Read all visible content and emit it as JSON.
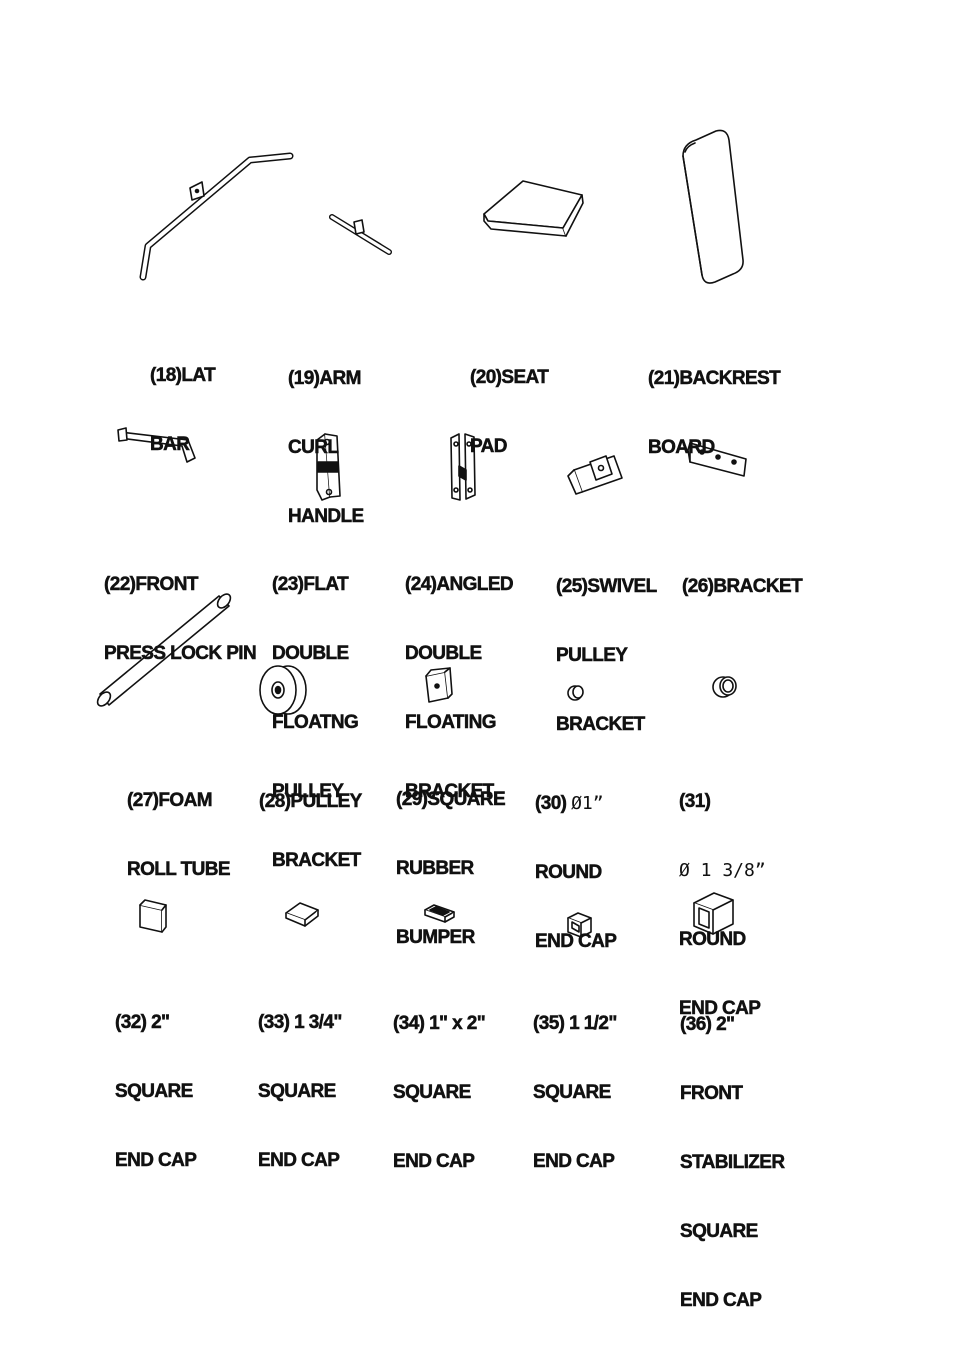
{
  "parts": [
    {
      "id": "18",
      "lines": [
        "(18)LAT",
        "BAR"
      ],
      "icon": "lat-bar"
    },
    {
      "id": "19",
      "lines": [
        "(19)ARM",
        "CURL",
        "HANDLE"
      ],
      "icon": "arm-curl-handle"
    },
    {
      "id": "20",
      "lines": [
        "(20)SEAT",
        "PAD"
      ],
      "icon": "seat-pad"
    },
    {
      "id": "21",
      "lines": [
        "(21)BACKREST",
        "BOARD"
      ],
      "icon": "backrest-board"
    },
    {
      "id": "22",
      "lines": [
        "(22)FRONT",
        "PRESS LOCK PIN"
      ],
      "icon": "lock-pin"
    },
    {
      "id": "23",
      "lines": [
        "(23)FLAT",
        "DOUBLE",
        "FLOATNG",
        "PULLEY",
        "BRACKET"
      ],
      "icon": "flat-bracket"
    },
    {
      "id": "24",
      "lines": [
        "(24)ANGLED",
        "DOUBLE",
        "FLOATING",
        "BRACKET"
      ],
      "icon": "angled-bracket"
    },
    {
      "id": "25",
      "lines": [
        "(25)SWIVEL",
        "PULLEY",
        "BRACKET"
      ],
      "icon": "swivel-bracket"
    },
    {
      "id": "26",
      "lines": [
        "(26)BRACKET"
      ],
      "icon": "bracket-plate"
    },
    {
      "id": "27",
      "lines": [
        "(27)FOAM",
        "ROLL TUBE"
      ],
      "icon": "foam-roll-tube"
    },
    {
      "id": "28",
      "lines": [
        "(28)PULLEY"
      ],
      "icon": "pulley"
    },
    {
      "id": "29",
      "lines": [
        "(29)SQUARE",
        "RUBBER",
        "BUMPER"
      ],
      "icon": "square-bumper"
    },
    {
      "id": "30",
      "lines": [
        "(30)",
        "ROUND",
        "END CAP"
      ],
      "size": "Ø1”",
      "icon": "round-cap-small"
    },
    {
      "id": "31",
      "lines": [
        "(31)",
        "ROUND",
        "END CAP"
      ],
      "size": "Ø 1 3/8”",
      "icon": "round-cap-large"
    },
    {
      "id": "32",
      "lines": [
        "(32) 2\"",
        "SQUARE",
        "END CAP"
      ],
      "icon": "square-cap"
    },
    {
      "id": "33",
      "lines": [
        "(33) 1 3/4\"",
        "SQUARE",
        "END CAP"
      ],
      "icon": "flat-square-cap"
    },
    {
      "id": "34",
      "lines": [
        "(34) 1\" x 2\"",
        "SQUARE",
        "END CAP"
      ],
      "icon": "rect-cap"
    },
    {
      "id": "35",
      "lines": [
        "(35) 1 1/2\"",
        "SQUARE",
        "END CAP"
      ],
      "icon": "small-square-cap"
    },
    {
      "id": "36",
      "lines": [
        "(36) 2\"",
        "FRONT",
        "STABILIZER",
        "SQUARE",
        "END CAP"
      ],
      "icon": "stabilizer-cap"
    }
  ]
}
